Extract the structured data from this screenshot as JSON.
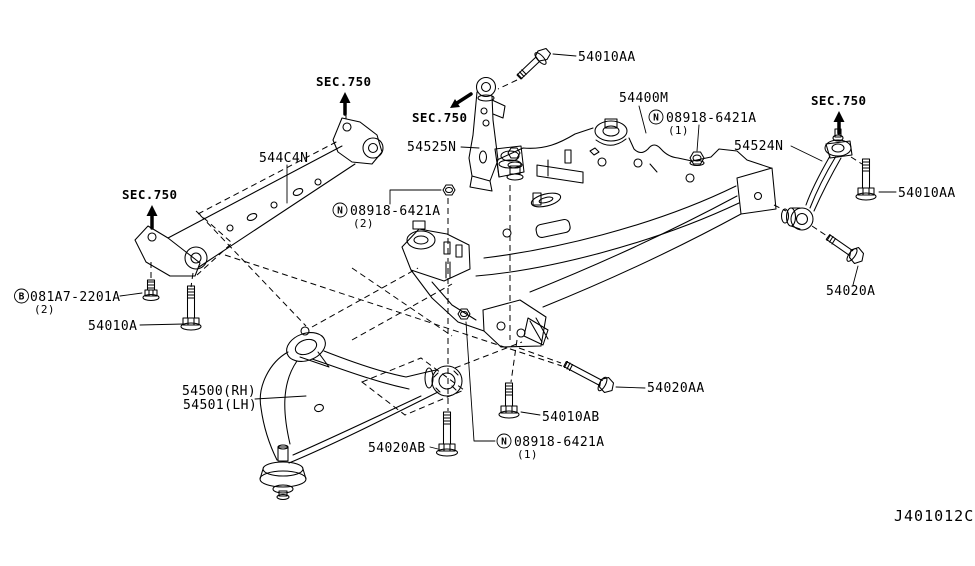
{
  "diagram": {
    "code": "J401012C",
    "ink_color": "#000000",
    "background_color": "#ffffff"
  },
  "section_refs": {
    "top": "SEC.750",
    "upper_mid": "SEC.750",
    "left": "SEC.750",
    "right": "SEC.750"
  },
  "part_labels": {
    "crossmember": "544C4N",
    "gusset_bracket": "54525N",
    "suspension_member": "54400M",
    "stabilizer_rod": "54524N",
    "transverse_link_rh": "54500(RH)",
    "transverse_link_lh": "54501(LH)",
    "bolt_top": "54010AA",
    "bolt_right": "54010AA",
    "bolt_left": "54010A",
    "bolt_lower_center": "54010AB",
    "bolt_stab": "54020A",
    "bolt_rear": "54020AA",
    "bolt_front": "54020AB"
  },
  "fasteners": {
    "bolt_081a7": {
      "prefix": "B",
      "number": "081A7-2201A",
      "qty": "(2)"
    },
    "nut_upper": {
      "prefix": "N",
      "number": "08918-6421A",
      "qty": "(1)"
    },
    "nut_center": {
      "prefix": "N",
      "number": "08918-6421A",
      "qty": "(2)"
    },
    "nut_lower": {
      "prefix": "N",
      "number": "08918-6421A",
      "qty": "(1)"
    }
  }
}
